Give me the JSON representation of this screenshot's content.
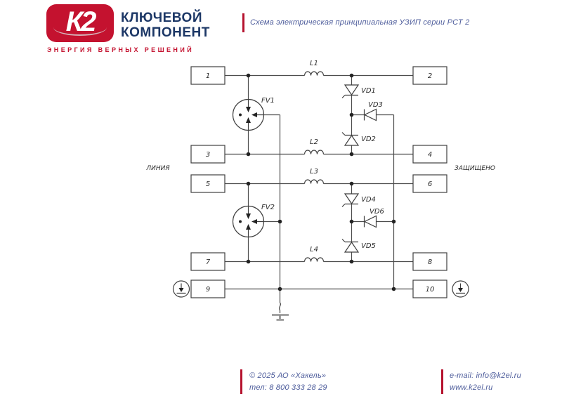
{
  "header": {
    "logo": {
      "badge": "К2",
      "company_line1": "КЛЮЧЕВОЙ",
      "company_line2": "КОМПОНЕНТ",
      "tagline": "ЭНЕРГИЯ ВЕРНЫХ РЕШЕНИЙ"
    },
    "title": "Схема электрическая принципиальная УЗИП серии РСТ 2"
  },
  "schematic": {
    "left_label": "ЛИНИЯ",
    "right_label": "ЗАЩИЩЕНО",
    "terminals": [
      "1",
      "2",
      "3",
      "4",
      "5",
      "6",
      "7",
      "8",
      "9",
      "10"
    ],
    "inductors": [
      "L1",
      "L2",
      "L3",
      "L4"
    ],
    "arresters": [
      "FV1",
      "FV2"
    ],
    "diodes": [
      "VD1",
      "VD2",
      "VD3",
      "VD4",
      "VD5",
      "VD6"
    ]
  },
  "footer": {
    "copyright": "© 2025 АО «Хакель»",
    "phone": "тел: 8 800 333 28 29",
    "email": "e-mail: info@k2el.ru",
    "website": "www.k2el.ru"
  },
  "colors": {
    "brand_red": "#c4122f",
    "brand_navy": "#1c3766",
    "text_blue": "#4d5c9b",
    "line": "#4d4d4d"
  }
}
